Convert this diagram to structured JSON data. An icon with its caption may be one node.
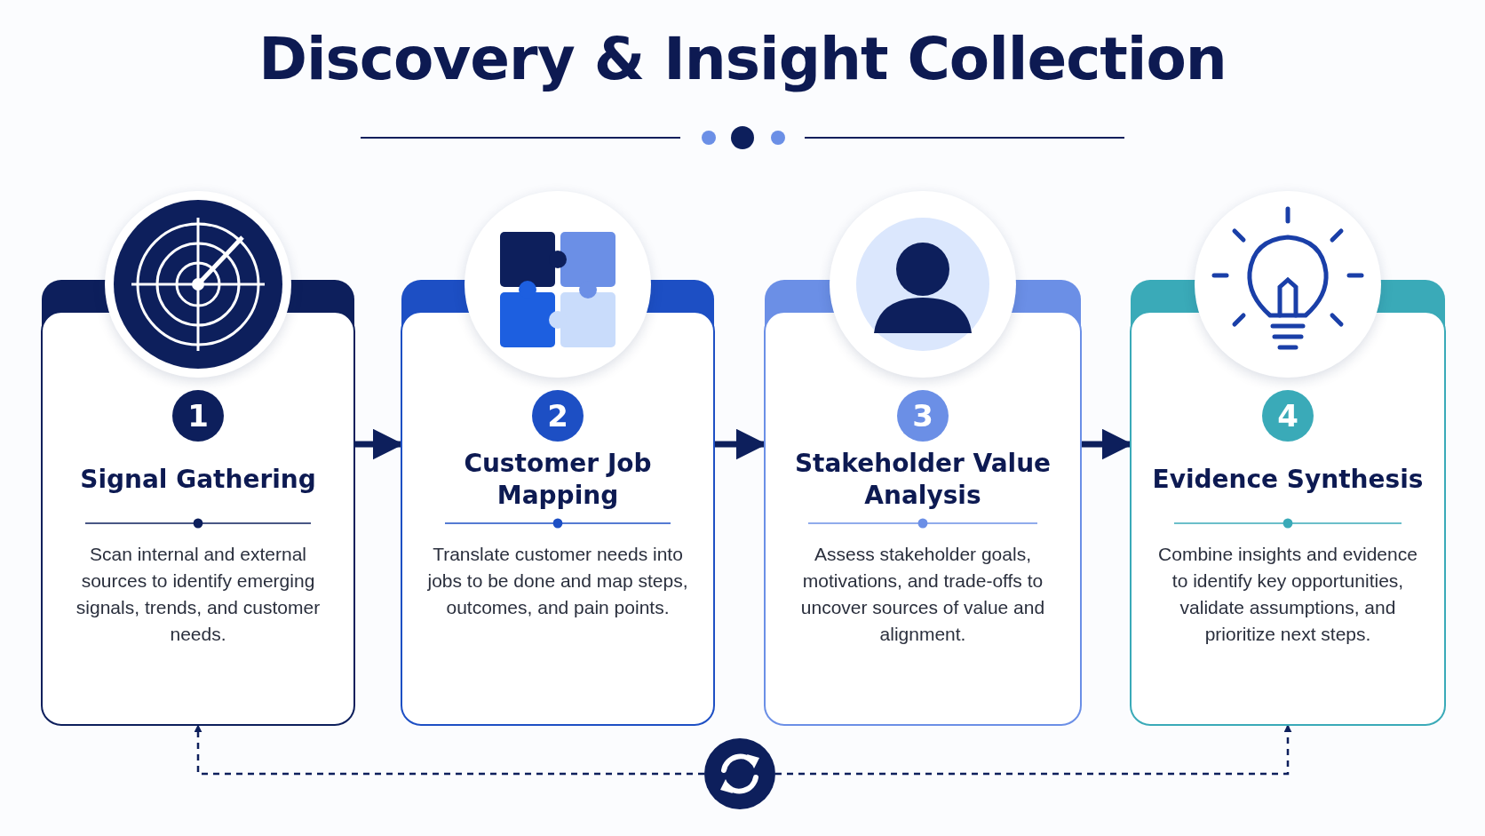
{
  "diagram": {
    "title": "Discovery & Insight Collection",
    "nodes": [
      {
        "text": [
          "1",
          "Signal Gathering",
          "Scan internal and external sources to identify emerging signals, trends, and customer needs."
        ]
      },
      {
        "text": [
          "2",
          "Customer Job Mapping",
          "Translate customer needs into jobs to be done and map steps, outcomes, and pain points."
        ]
      },
      {
        "text": [
          "3",
          "Stakeholder Value Analysis",
          "Assess stakeholder goals, motivations, and trade-offs to uncover sources of value and alignment."
        ]
      },
      {
        "text": [
          "4",
          "Evidence Synthesis",
          "Combine insights and evidence to identify key opportunities, validate assumptions, and prioritize next steps."
        ]
      },
      {
        "text": [],
        "shape": "circle"
      }
    ],
    "edges": [
      {
        "from": 0,
        "to": 1,
        "arrow": "to"
      },
      {
        "from": 1,
        "to": 2,
        "arrow": "to"
      },
      {
        "from": 2,
        "to": 3,
        "arrow": "to"
      },
      {
        "from": 4,
        "to": 0,
        "arrow": "to",
        "style": "dashed"
      },
      {
        "from": 4,
        "to": 3,
        "arrow": "to",
        "style": "dashed"
      }
    ]
  }
}
